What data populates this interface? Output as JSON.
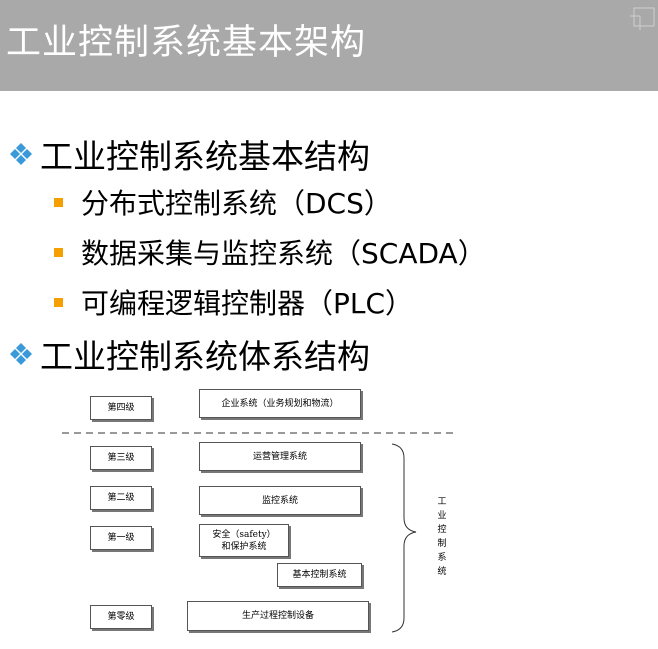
{
  "header": {
    "title": "工业控制系统基本架构"
  },
  "bullets": {
    "basic_structure": "工业控制系统基本结构",
    "dcs": "分布式控制系统（DCS）",
    "scada": "数据采集与监控系统（SCADA）",
    "plc": "可编程逻辑控制器（PLC）",
    "system_structure": "工业控制系统体系结构"
  },
  "diagram": {
    "levels": {
      "level4": "第四级",
      "level3": "第三级",
      "level2": "第二级",
      "level1": "第一级",
      "level0": "第零级"
    },
    "boxes": {
      "enterprise": "企业系统（业务规划和物流）",
      "operations": "运营管理系统",
      "supervisory": "监控系统",
      "safety_line1": "安全（safety）",
      "safety_line2": "和保护系统",
      "basic_control": "基本控制系统",
      "production": "生产过程控制设备"
    },
    "side_label": "工业控制系统"
  },
  "colors": {
    "header_bg": "#a9a9a9",
    "diamond": "#3a9ad9",
    "square_bullet": "#f5a000"
  }
}
